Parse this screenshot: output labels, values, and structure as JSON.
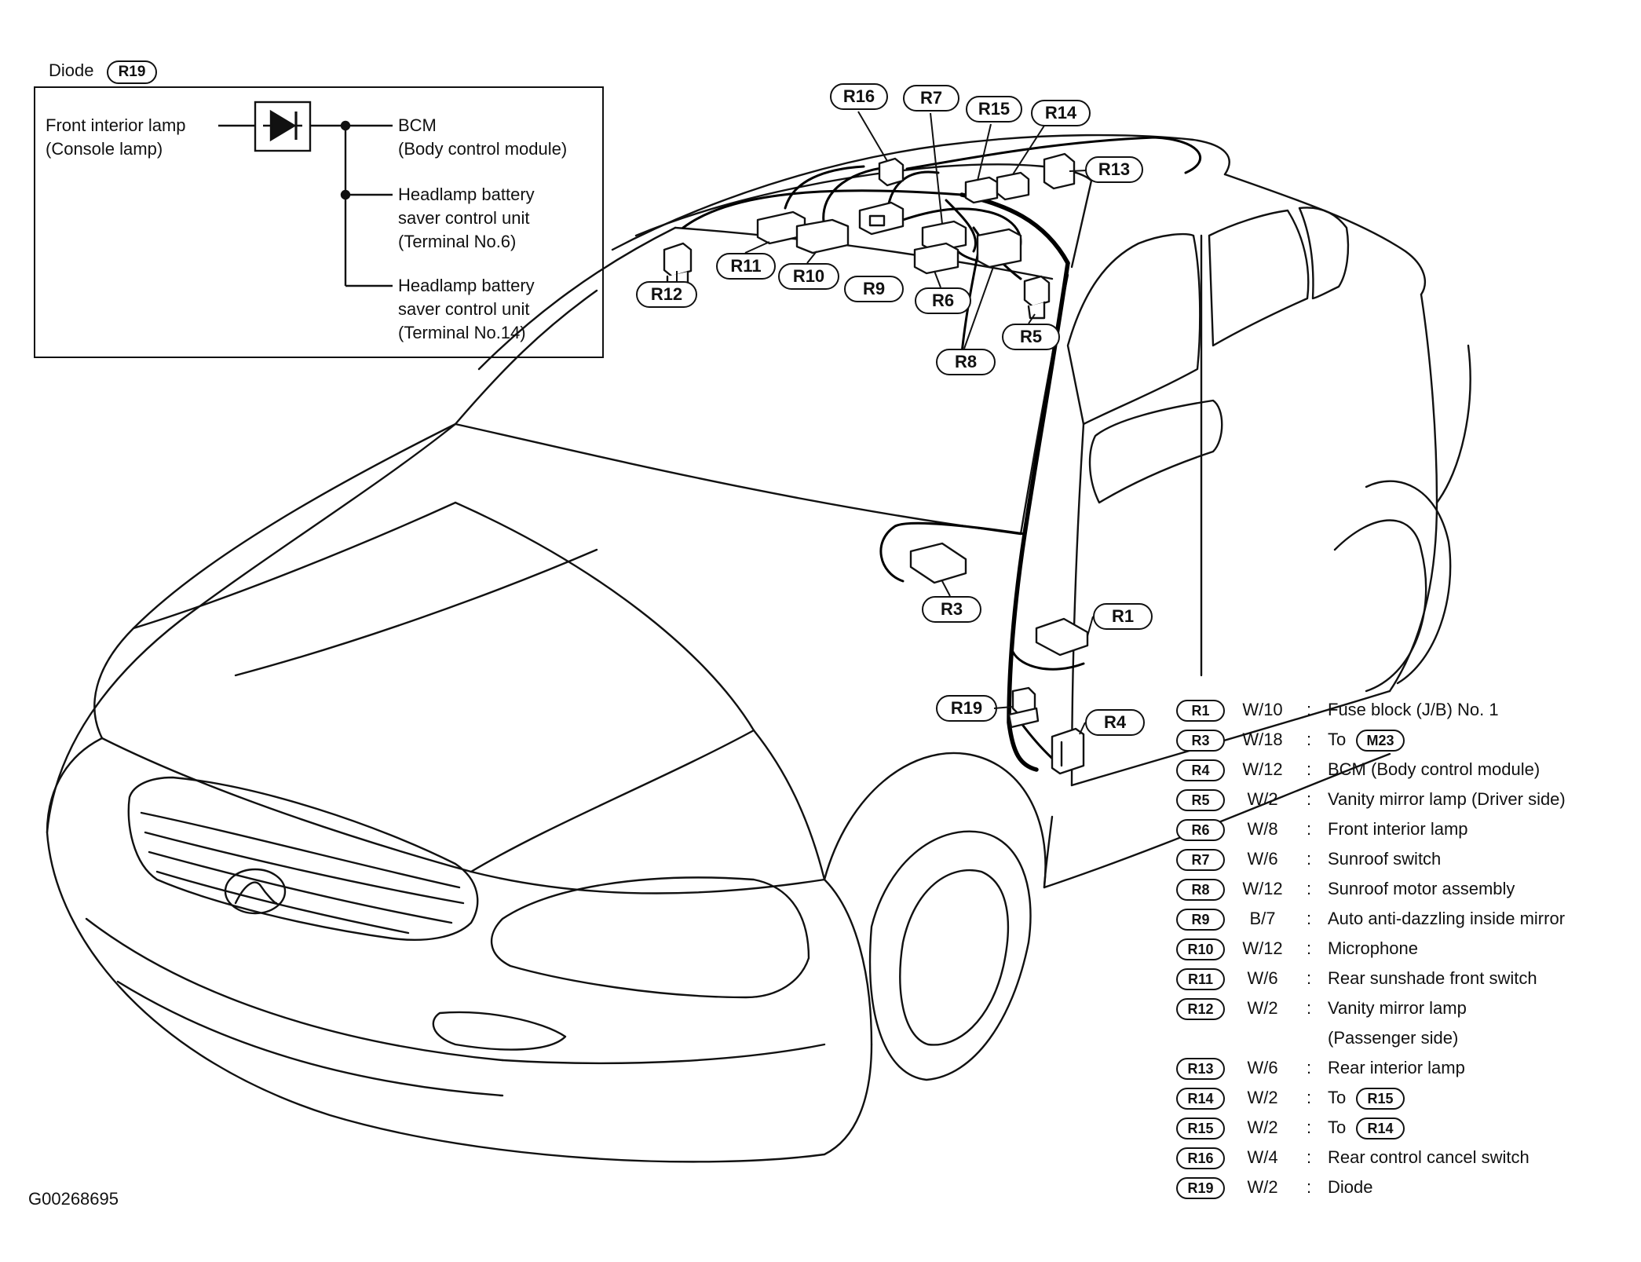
{
  "diode_panel": {
    "title": "Diode",
    "title_connector": "R19",
    "lamp_line1": "Front interior lamp",
    "lamp_line2": "(Console lamp)",
    "bcm_line1": "BCM",
    "bcm_line2": "(Body control module)",
    "hb6_line1": "Headlamp battery",
    "hb6_line2": "saver control unit",
    "hb6_line3": "(Terminal No.6)",
    "hb14_line1": "Headlamp battery",
    "hb14_line2": "saver control unit",
    "hb14_line3": "(Terminal No.14)"
  },
  "callouts": {
    "r16": "R16",
    "r7": "R7",
    "r15": "R15",
    "r14": "R14",
    "r13": "R13",
    "r12": "R12",
    "r11": "R11",
    "r10": "R10",
    "r9": "R9",
    "r6": "R6",
    "r5": "R5",
    "r8": "R8",
    "r3": "R3",
    "r1": "R1",
    "r19": "R19",
    "r4": "R4"
  },
  "legend": [
    {
      "id": "R1",
      "wire": "W/10",
      "colon": ":",
      "desc": "Fuse block (J/B) No. 1"
    },
    {
      "id": "R3",
      "wire": "W/18",
      "colon": ":",
      "to": "To",
      "to_connector": "M23"
    },
    {
      "id": "R4",
      "wire": "W/12",
      "colon": ":",
      "desc": "BCM (Body control module)"
    },
    {
      "id": "R5",
      "wire": "W/2",
      "colon": ":",
      "desc": "Vanity mirror lamp (Driver side)"
    },
    {
      "id": "R6",
      "wire": "W/8",
      "colon": ":",
      "desc": "Front interior lamp"
    },
    {
      "id": "R7",
      "wire": "W/6",
      "colon": ":",
      "desc": "Sunroof switch"
    },
    {
      "id": "R8",
      "wire": "W/12",
      "colon": ":",
      "desc": "Sunroof motor assembly"
    },
    {
      "id": "R9",
      "wire": "B/7",
      "colon": ":",
      "desc": "Auto anti-dazzling inside mirror"
    },
    {
      "id": "R10",
      "wire": "W/12",
      "colon": ":",
      "desc": "Microphone"
    },
    {
      "id": "R11",
      "wire": "W/6",
      "colon": ":",
      "desc": "Rear sunshade front switch"
    },
    {
      "id": "R12",
      "wire": "W/2",
      "colon": ":",
      "desc": "Vanity mirror lamp",
      "desc2": "(Passenger side)"
    },
    {
      "id": "R13",
      "wire": "W/6",
      "colon": ":",
      "desc": "Rear interior lamp"
    },
    {
      "id": "R14",
      "wire": "W/2",
      "colon": ":",
      "to": "To",
      "to_connector": "R15"
    },
    {
      "id": "R15",
      "wire": "W/2",
      "colon": ":",
      "to": "To",
      "to_connector": "R14"
    },
    {
      "id": "R16",
      "wire": "W/4",
      "colon": ":",
      "desc": "Rear control cancel switch"
    },
    {
      "id": "R19",
      "wire": "W/2",
      "colon": ":",
      "desc": "Diode"
    }
  ],
  "figure_id": "G00268695"
}
